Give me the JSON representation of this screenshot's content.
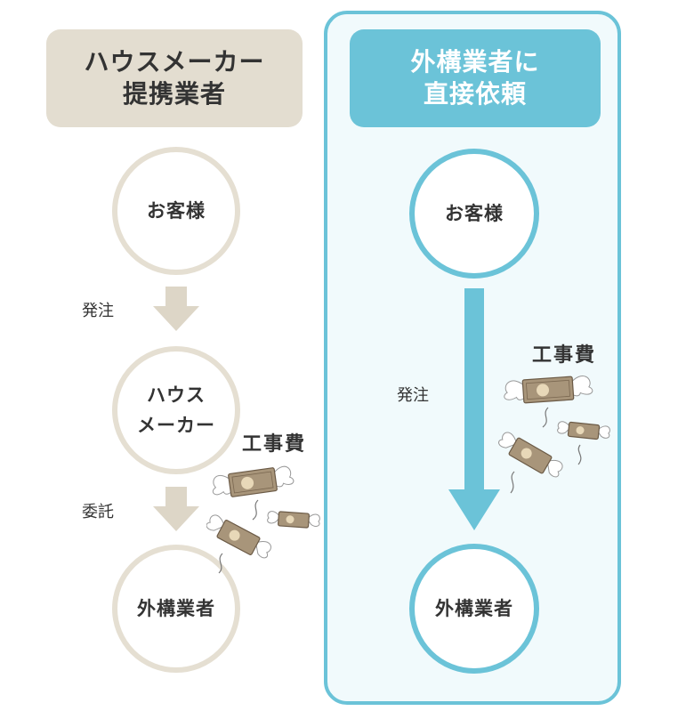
{
  "left": {
    "header": {
      "line1": "ハウスメーカー",
      "line2": "提携業者"
    },
    "nodes": {
      "customer": "お客様",
      "house_maker_line1": "ハウス",
      "house_maker_line2": "メーカー",
      "contractor": "外構業者"
    },
    "arrows": {
      "order": "発注",
      "subcontract": "委託"
    },
    "cost_label": "工事費"
  },
  "right": {
    "header": {
      "line1": "外構業者に",
      "line2": "直接依頼"
    },
    "nodes": {
      "customer": "お客様",
      "contractor": "外構業者"
    },
    "arrows": {
      "order": "発注"
    },
    "cost_label": "工事費"
  },
  "colors": {
    "left_header_bg": "#e3ddd0",
    "left_ring": "#e5dfd2",
    "left_arrow": "#ddd6c7",
    "right_accent": "#6bc3d8",
    "right_panel_bg": "#f1fafc",
    "text": "#333333"
  },
  "icons": [
    "flying-money-icon"
  ]
}
